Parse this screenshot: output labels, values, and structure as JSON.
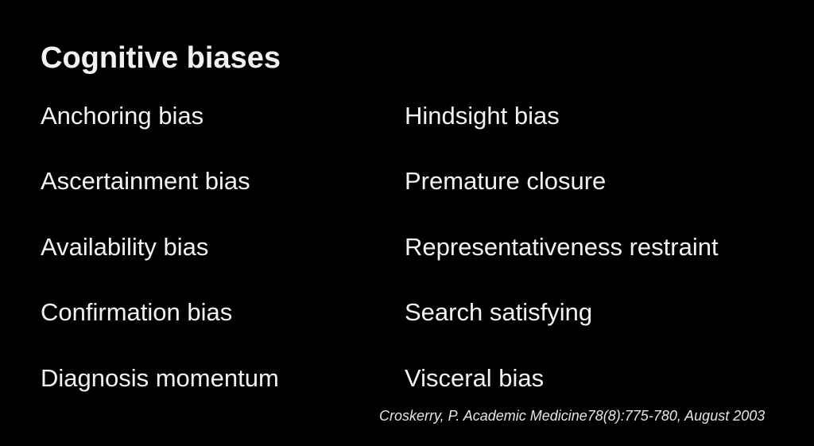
{
  "slide": {
    "title": "Cognitive biases",
    "left_items": [
      "Anchoring bias",
      "Ascertainment bias",
      "Availability bias",
      "Confirmation bias",
      "Diagnosis momentum"
    ],
    "right_items": [
      "Hindsight bias",
      "Premature closure",
      "Representativeness restraint",
      "Search satisfying",
      "Visceral bias"
    ],
    "citation": "Croskerry, P. Academic Medicine78(8):775-780, August 2003"
  }
}
